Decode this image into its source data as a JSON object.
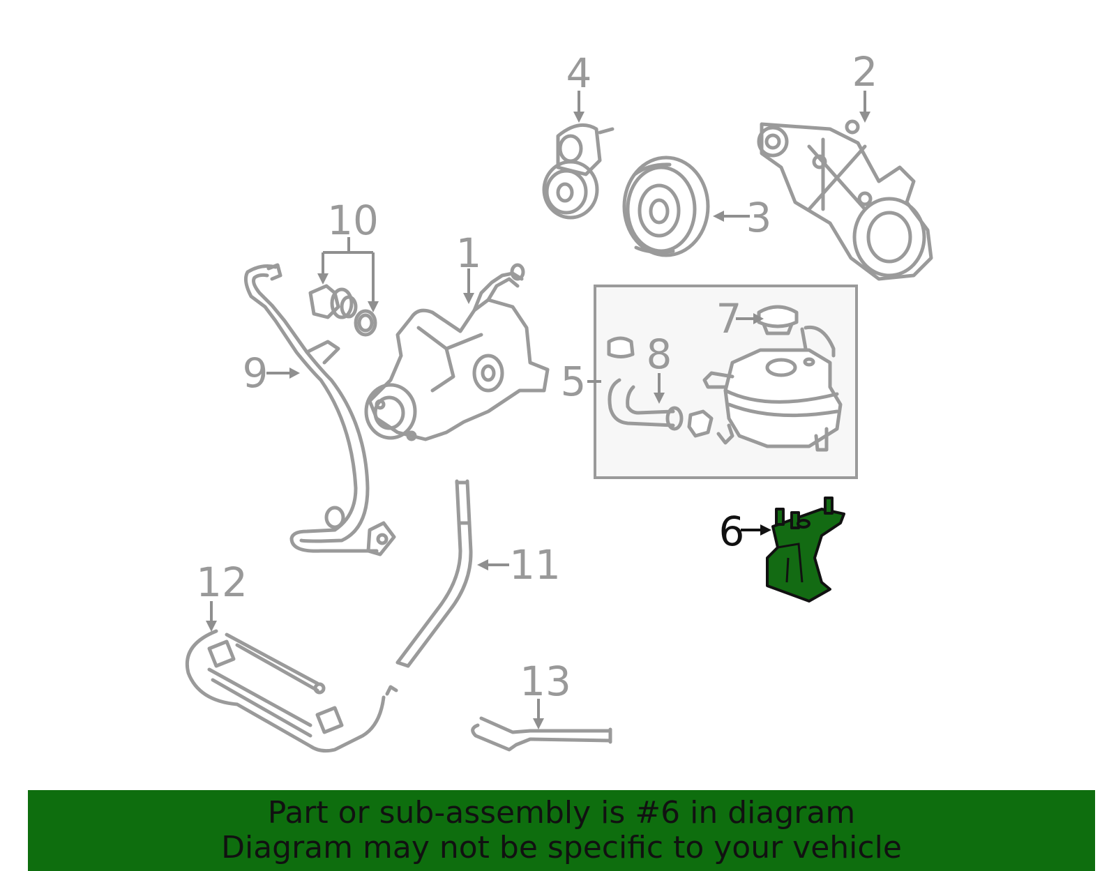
{
  "callouts": {
    "c1": "1",
    "c2": "2",
    "c3": "3",
    "c4": "4",
    "c5": "5",
    "c6": "6",
    "c7": "7",
    "c8": "8",
    "c9": "9",
    "c10": "10",
    "c11": "11",
    "c12": "12",
    "c13": "13"
  },
  "highlighted_part": "6",
  "banner": {
    "line1": "Part or sub-assembly is #6 in diagram",
    "line2": "Diagram may not be specific to your vehicle"
  },
  "colors": {
    "highlight": "#136b13",
    "banner": "#0e6e0e",
    "line_art": "#9a9a9a"
  }
}
